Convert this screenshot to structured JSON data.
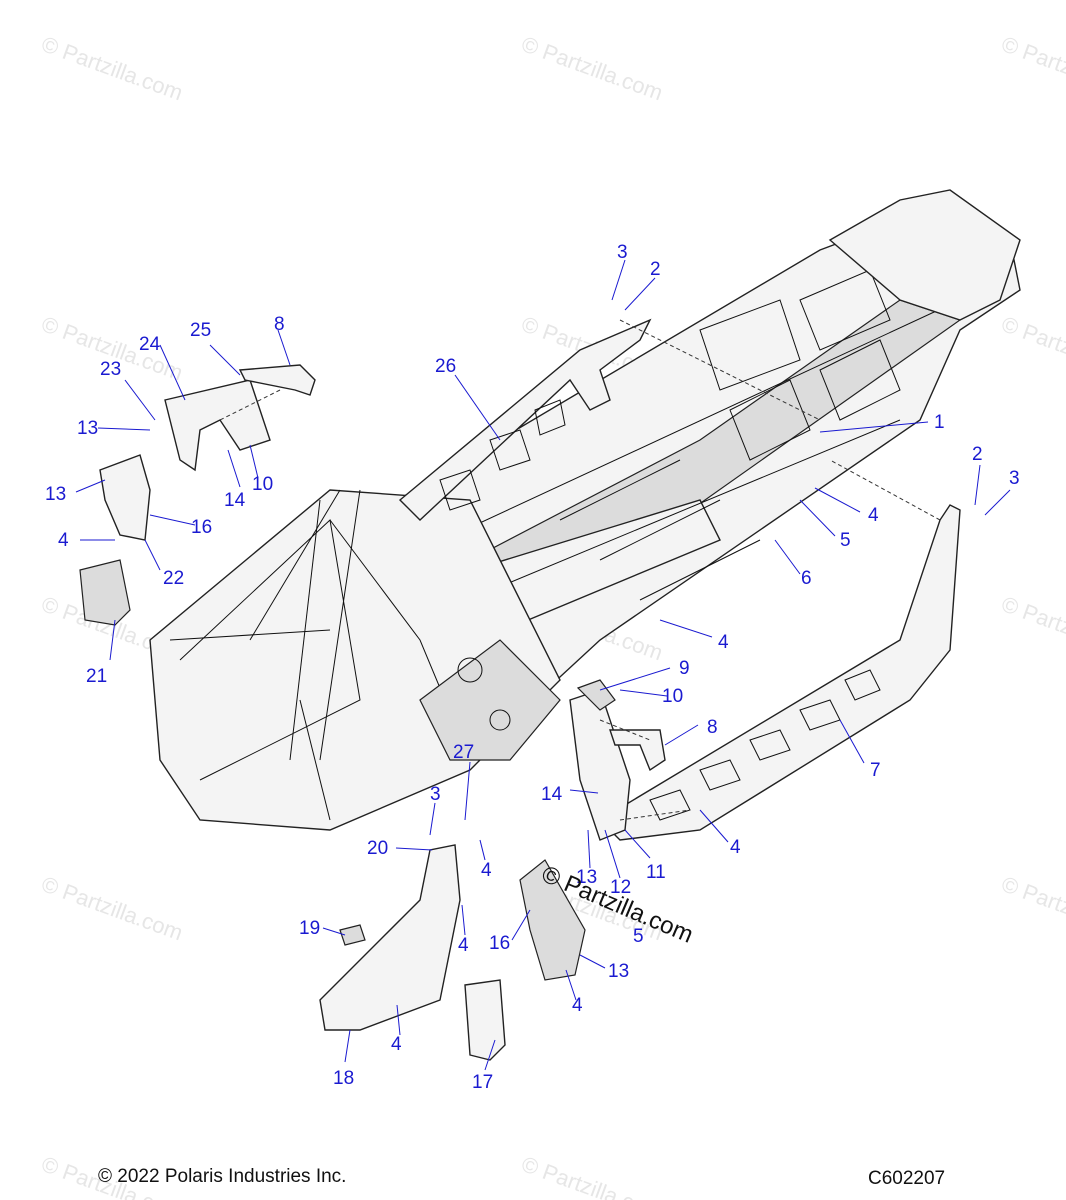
{
  "watermark": "© Partzilla.com",
  "center_watermark": "© Partzilla.com",
  "copyright": "© 2022 Polaris Industries Inc.",
  "diagram_code": "C602207",
  "callouts": [
    {
      "id": "c1",
      "label": "1"
    },
    {
      "id": "c2a",
      "label": "2"
    },
    {
      "id": "c2b",
      "label": "2"
    },
    {
      "id": "c3a",
      "label": "3"
    },
    {
      "id": "c3b",
      "label": "3"
    },
    {
      "id": "c3c",
      "label": "3"
    },
    {
      "id": "c4a",
      "label": "4"
    },
    {
      "id": "c4b",
      "label": "4"
    },
    {
      "id": "c4c",
      "label": "4"
    },
    {
      "id": "c4d",
      "label": "4"
    },
    {
      "id": "c4e",
      "label": "4"
    },
    {
      "id": "c4f",
      "label": "4"
    },
    {
      "id": "c4g",
      "label": "4"
    },
    {
      "id": "c4h",
      "label": "4"
    },
    {
      "id": "c5a",
      "label": "5"
    },
    {
      "id": "c5b",
      "label": "5"
    },
    {
      "id": "c6",
      "label": "6"
    },
    {
      "id": "c7",
      "label": "7"
    },
    {
      "id": "c8a",
      "label": "8"
    },
    {
      "id": "c8b",
      "label": "8"
    },
    {
      "id": "c9",
      "label": "9"
    },
    {
      "id": "c10a",
      "label": "10"
    },
    {
      "id": "c10b",
      "label": "10"
    },
    {
      "id": "c11",
      "label": "11"
    },
    {
      "id": "c12",
      "label": "12"
    },
    {
      "id": "c13a",
      "label": "13"
    },
    {
      "id": "c13b",
      "label": "13"
    },
    {
      "id": "c13c",
      "label": "13"
    },
    {
      "id": "c13d",
      "label": "13"
    },
    {
      "id": "c14a",
      "label": "14"
    },
    {
      "id": "c14b",
      "label": "14"
    },
    {
      "id": "c16a",
      "label": "16"
    },
    {
      "id": "c16b",
      "label": "16"
    },
    {
      "id": "c17",
      "label": "17"
    },
    {
      "id": "c18",
      "label": "18"
    },
    {
      "id": "c19",
      "label": "19"
    },
    {
      "id": "c20",
      "label": "20"
    },
    {
      "id": "c21",
      "label": "21"
    },
    {
      "id": "c22",
      "label": "22"
    },
    {
      "id": "c23",
      "label": "23"
    },
    {
      "id": "c24",
      "label": "24"
    },
    {
      "id": "c25",
      "label": "25"
    },
    {
      "id": "c26",
      "label": "26"
    },
    {
      "id": "c27",
      "label": "27"
    }
  ]
}
